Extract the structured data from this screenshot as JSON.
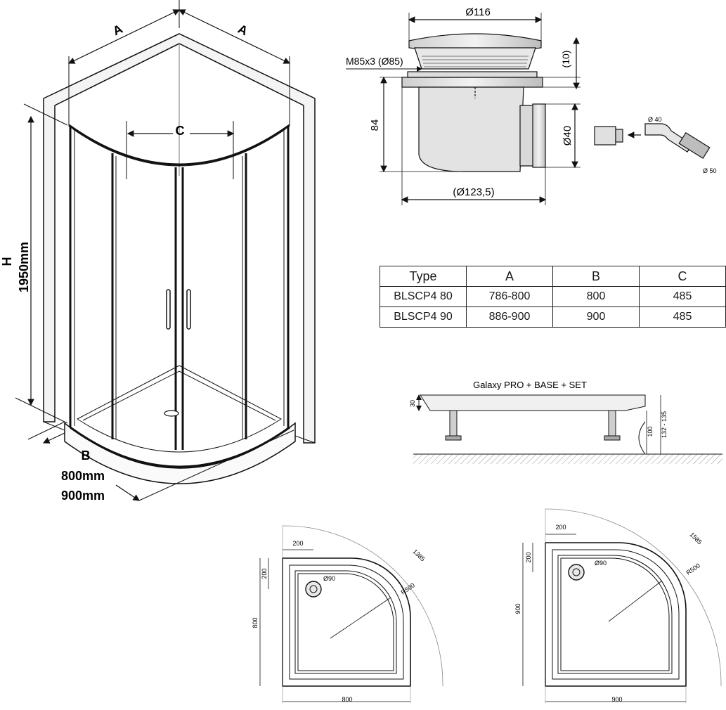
{
  "enclosure": {
    "width_a_left": "A",
    "width_a_right": "A",
    "door_c": "C",
    "height_h": "H",
    "height_value": "1950mm",
    "depth_b": "B",
    "size_800": "800mm",
    "size_900": "900mm"
  },
  "waste": {
    "top_diameter": "Ø116",
    "thread": "M85x3 (Ø85)",
    "cap_height": "(10)",
    "body_height": "84",
    "outlet_diameter": "Ø40",
    "body_diameter": "(Ø123,5)",
    "pipe_d40": "Ø 40",
    "pipe_d50": "Ø 50"
  },
  "table": {
    "headers": [
      "Type",
      "A",
      "B",
      "C"
    ],
    "rows": [
      [
        "BLSCP4 80",
        "786-800",
        "800",
        "485"
      ],
      [
        "BLSCP4 90",
        "886-900",
        "900",
        "485"
      ]
    ]
  },
  "tray_side": {
    "title": "Galaxy PRO + BASE + SET",
    "dim_30": "30",
    "dim_100": "100",
    "dim_132_135": "132 - 135"
  },
  "tray_800": {
    "offset_x": "200",
    "offset_y": "200",
    "drain": "Ø90",
    "radius": "R500",
    "arc": "1385",
    "side": "800",
    "bottom": "800"
  },
  "tray_900": {
    "offset_x": "200",
    "offset_y": "200",
    "drain": "Ø90",
    "radius": "R500",
    "arc": "1585",
    "side": "900",
    "bottom": "900"
  }
}
